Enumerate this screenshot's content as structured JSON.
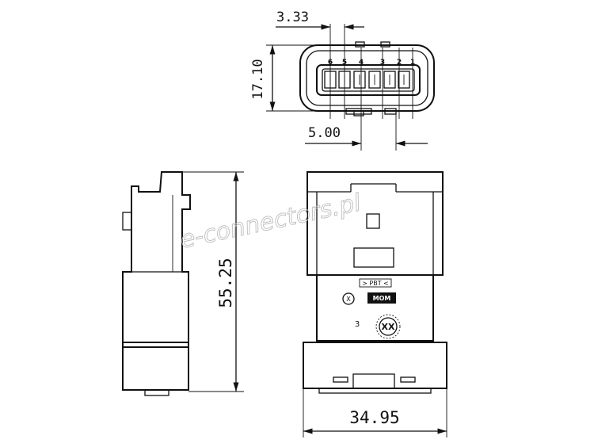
{
  "watermark": "e-connectors.pl",
  "dimensions": {
    "pin_pitch": "3.33",
    "height": "17.10",
    "pitch_bottom": "5.00",
    "length": "55.25",
    "width": "34.95"
  },
  "pin_labels": [
    "6",
    "5",
    "4",
    "3",
    "2",
    "1"
  ],
  "markings": {
    "pbt": "> PBT <",
    "brand": "MOM",
    "x_mark": "X",
    "number": "3",
    "date_code": "XX"
  }
}
